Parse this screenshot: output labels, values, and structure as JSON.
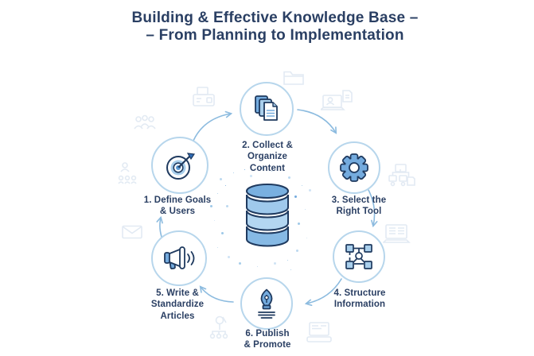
{
  "title": {
    "line1": "Building & Effective Knowledge Base –",
    "line2": "– From Planning to Implementation"
  },
  "steps": [
    {
      "label": "1. Define Goals\n& Users",
      "icon": "target-icon"
    },
    {
      "label": "2. Collect &\nOrganize\nContent",
      "icon": "documents-icon"
    },
    {
      "label": "3. Select the\nRight Tool",
      "icon": "gear-icon"
    },
    {
      "label": "4. Structure\nInformation",
      "icon": "structure-nodes-icon"
    },
    {
      "label": "5. Write &\nStandardize\nArticles",
      "icon": "megaphone-icon"
    },
    {
      "label": "6. Publish\n& Promote",
      "icon": "pen-nib-icon"
    }
  ],
  "center": {
    "icon": "database-icon"
  },
  "flow": {
    "direction": "clockwise",
    "arrows": [
      "1-to-2",
      "2-to-3",
      "3-to-4",
      "4-to-6",
      "6-to-5",
      "5-to-1"
    ]
  },
  "background_icons": [
    "folder-icon",
    "copier-icon",
    "people-group-icon",
    "org-people-icon",
    "envelope-icon",
    "laptop-user-doc-icon",
    "flowchart-icon",
    "laptop-grid-icon",
    "laptop-icon",
    "antenna-org-icon"
  ],
  "colors": {
    "navy": "#2a3f63",
    "icon_outline": "#1f3a5f",
    "blue": "#74abde",
    "light_blue": "#a9cfec",
    "circle_border": "#b7d6ec",
    "arrow": "#8cbbdf",
    "bg_icon": "#e2eaf3",
    "background": "#ffffff"
  }
}
